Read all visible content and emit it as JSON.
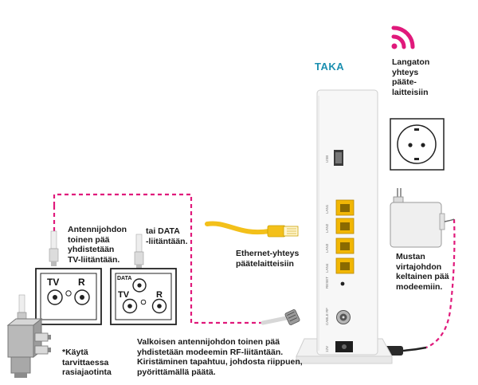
{
  "rear_label": "TAKA",
  "wireless_note": [
    "Langaton",
    "yhteys",
    "päätelaitteisiin"
  ],
  "wireless_note_lines": [
    "Langaton",
    "yhteys",
    "pääte-",
    "laitteisiin"
  ],
  "tv_outlet_note": [
    "Antennijohdon",
    "toinen pää",
    "yhdistetään",
    "TV-liitäntään."
  ],
  "data_outlet_note": [
    "tai DATA",
    "-liitäntään."
  ],
  "ethernet_note": [
    "Ethernet-yhteys",
    "päätelaitteisiin"
  ],
  "power_note": [
    "Mustan",
    "virtajohdon",
    "keltainen pää",
    "modeemiin."
  ],
  "splitter_note": [
    "*Käytä",
    "tarvittaessa",
    "rasiajaotinta"
  ],
  "antenna_note": [
    "Valkoisen antennijohdon toinen pää",
    "yhdistetään modeemin RF-liitäntään.",
    "Kiristäminen tapahtuu, johdosta riippuen,",
    "pyörittämällä päätä."
  ],
  "outlet_tv": {
    "tv": "TV",
    "r": "R"
  },
  "outlet_data": {
    "data": "DATA",
    "tv": "TV",
    "r": "R"
  },
  "ports": {
    "usb": "USB",
    "lan1": "LAN1",
    "lan2": "LAN2",
    "lan3": "LAN3",
    "lan4": "LAN4",
    "reset": "RESET",
    "cable_rf": "CABLE RF",
    "power": "12V"
  },
  "colors": {
    "accent_dashed_line": "#e0197b",
    "ethernet_cable": "#f3c01a",
    "rear_label": "#1b8fb0",
    "lan_ports": "#f2b705"
  }
}
